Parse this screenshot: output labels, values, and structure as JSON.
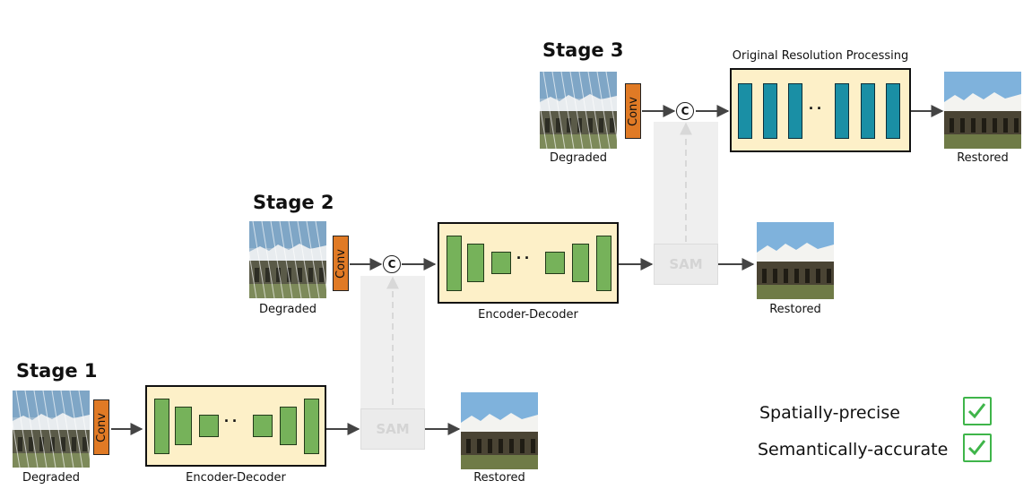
{
  "stages": [
    {
      "title": "Stage 1",
      "input_caption": "Degraded",
      "conv_label": "Conv",
      "block_caption": "Encoder-Decoder",
      "sam_label": "SAM",
      "output_caption": "Restored"
    },
    {
      "title": "Stage 2",
      "input_caption": "Degraded",
      "conv_label": "Conv",
      "concat_symbol": "C",
      "block_caption": "Encoder-Decoder",
      "sam_label": "SAM",
      "output_caption": "Restored"
    },
    {
      "title": "Stage 3",
      "input_caption": "Degraded",
      "conv_label": "Conv",
      "concat_symbol": "C",
      "block_caption": "Original Resolution Processing",
      "output_caption": "Restored"
    }
  ],
  "legend": [
    {
      "label": "Spatially-precise",
      "checked": true
    },
    {
      "label": "Semantically-accurate",
      "checked": true
    }
  ],
  "colors": {
    "block_fill": "#fdf0c8",
    "encoder_block": "#76b25a",
    "orp_block": "#1a8fa5",
    "conv": "#e07a25",
    "sam_faded": "#ebebeb",
    "check": "#3fb54a"
  }
}
